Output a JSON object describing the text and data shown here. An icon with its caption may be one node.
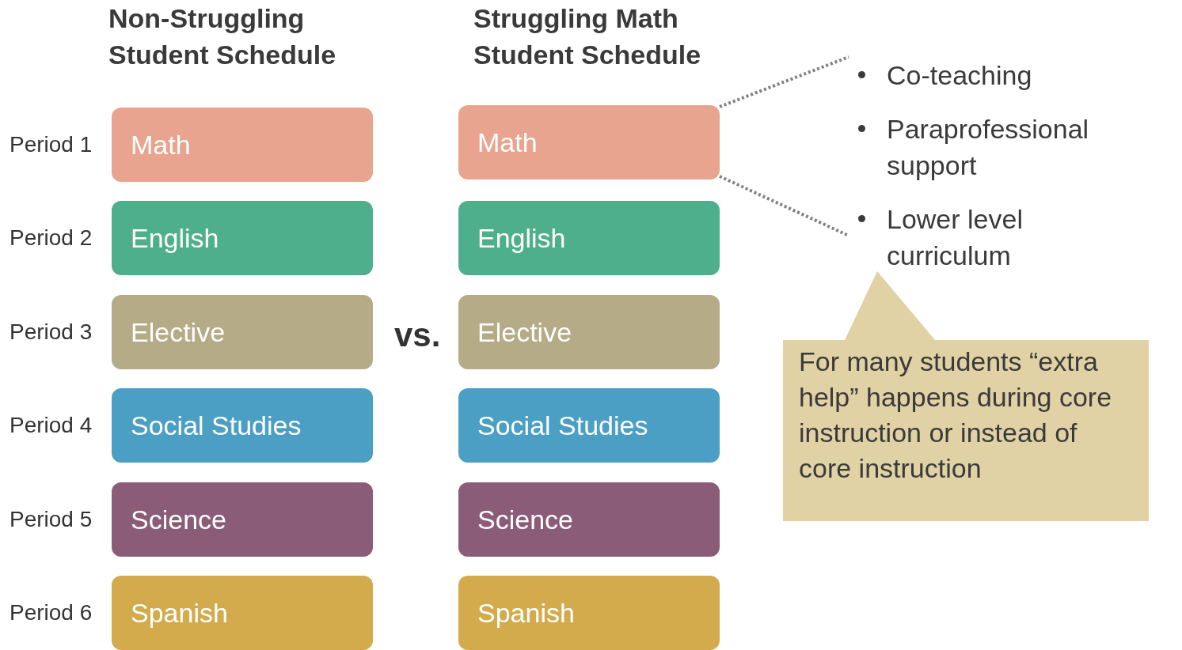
{
  "diagram": {
    "nodes": [
      {
        "text": [
          "Math"
        ]
      },
      {
        "text": [
          "English"
        ]
      },
      {
        "text": [
          "Elective"
        ]
      },
      {
        "text": [
          "Social Studies"
        ]
      },
      {
        "text": [
          "Science"
        ]
      },
      {
        "text": [
          "Spanish"
        ]
      },
      {
        "text": [
          "Math"
        ]
      },
      {
        "text": [
          "English"
        ]
      },
      {
        "text": [
          "Elective"
        ]
      },
      {
        "text": [
          "Social Studies"
        ]
      },
      {
        "text": [
          "Science"
        ]
      },
      {
        "text": [
          "Spanish"
        ]
      },
      {
        "text": [
          "Co-teaching",
          "Paraprofessional support",
          "Lower level curriculum"
        ]
      },
      {
        "text": [
          "For many students “extra help” happens during core instruction or instead of core instruction"
        ]
      }
    ],
    "edges": [
      {
        "from": 6,
        "to": 12,
        "arrow": "none",
        "style": "dashed",
        "color": "#808080"
      },
      {
        "from": 6,
        "to": 12,
        "arrow": "none",
        "style": "dashed",
        "color": "#808080"
      }
    ],
    "labels": [
      "Non-Struggling Student Schedule",
      "Struggling Math Student Schedule",
      "Period 1",
      "Period 2",
      "Period 3",
      "Period 4",
      "Period 5",
      "Period 6",
      "vs."
    ]
  }
}
